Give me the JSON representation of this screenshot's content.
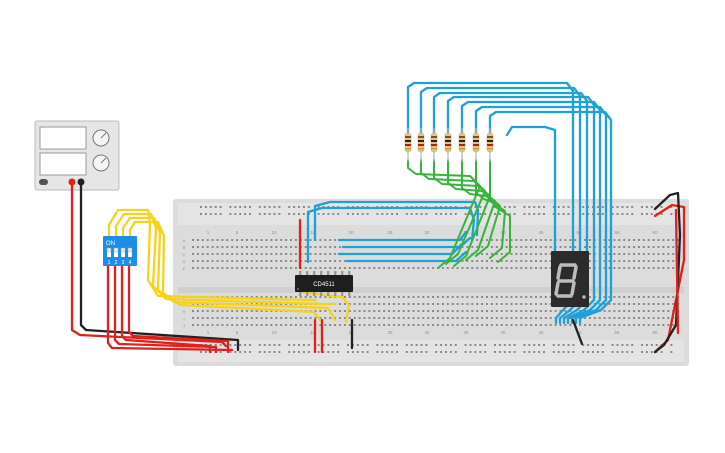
{
  "colors": {
    "background": "#ffffff",
    "breadboard": "#dcdcdc",
    "wire_red": "#e0201c",
    "wire_black": "#222222",
    "wire_yellow": "#f5d31c",
    "wire_blue": "#1ea0d8",
    "wire_green": "#37b43a",
    "dip_switch": "#1c8ee6",
    "chip": "#1e1e1e",
    "display": "#2b2b2b"
  },
  "power_supply": {
    "name": "power-supply",
    "knob_icons": [
      "voltage-knob-icon",
      "current-knob-icon"
    ]
  },
  "dip_switch": {
    "on_label": "ON",
    "switch_numbers": [
      "1",
      "2",
      "3",
      "4"
    ]
  },
  "ic": {
    "label": "CD4511"
  },
  "breadboard": {
    "column_numbers": [
      "1",
      "5",
      "10",
      "15",
      "20",
      "25",
      "30",
      "35",
      "40",
      "45",
      "50",
      "55",
      "60"
    ],
    "row_letters_top": [
      "A",
      "B",
      "C",
      "D",
      "E"
    ],
    "row_letters_bottom": [
      "F",
      "G",
      "H",
      "I",
      "J"
    ]
  },
  "display": {
    "digit": "8"
  },
  "resistors": {
    "count_label": "7"
  }
}
